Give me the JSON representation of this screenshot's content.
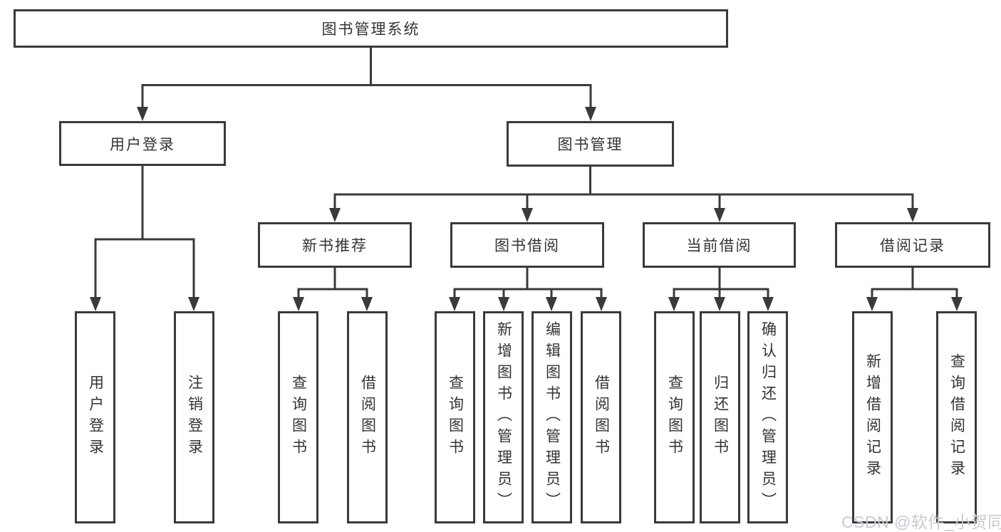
{
  "diagram": {
    "root_label": "图书管理系统",
    "branches": [
      {
        "label": "用户登录",
        "children": [
          "用户登录",
          "注销登录"
        ]
      },
      {
        "label": "图书管理",
        "groups": [
          {
            "label": "新书推荐",
            "children": [
              "查询图书",
              "借阅图书"
            ]
          },
          {
            "label": "图书借阅",
            "children": [
              "查询图书",
              "新增图书（管理员）",
              "编辑图书（管理员）",
              "借阅图书"
            ]
          },
          {
            "label": "当前借阅",
            "children": [
              "查询图书",
              "归还图书",
              "确认归还（管理员）"
            ]
          },
          {
            "label": "借阅记录",
            "children": [
              "新增借阅记录",
              "查询借阅记录"
            ]
          }
        ]
      }
    ],
    "colors": {
      "line": "#3a3a3a",
      "text": "#333333",
      "watermark": "#c9c9d3",
      "background": "#ffffff"
    }
  },
  "watermark": {
    "text": "CSDN @软件_小贺同学"
  }
}
